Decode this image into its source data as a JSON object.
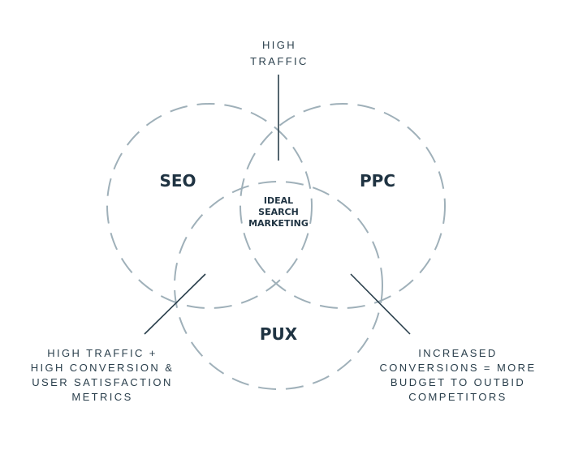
{
  "colors": {
    "circle_stroke": "#9fb0b9",
    "line": "#2a3f4c",
    "text": "#1f3342",
    "background": "#ffffff"
  },
  "circles": {
    "seo": "SEO",
    "ppc": "PPC",
    "pux": "PUX"
  },
  "center": {
    "line1": "IDEAL",
    "line2": "SEARCH",
    "line3": "MARKETING"
  },
  "callouts": {
    "top": {
      "line1": "HIGH",
      "line2": "TRAFFIC"
    },
    "left": {
      "line1": "HIGH TRAFFIC +",
      "line2": "HIGH CONVERSION &",
      "line3": "USER SATISFACTION",
      "line4": "METRICS"
    },
    "right": {
      "line1": "INCREASED",
      "line2": "CONVERSIONS = MORE",
      "line3": "BUDGET TO OUTBID",
      "line4": "COMPETITORS"
    }
  }
}
